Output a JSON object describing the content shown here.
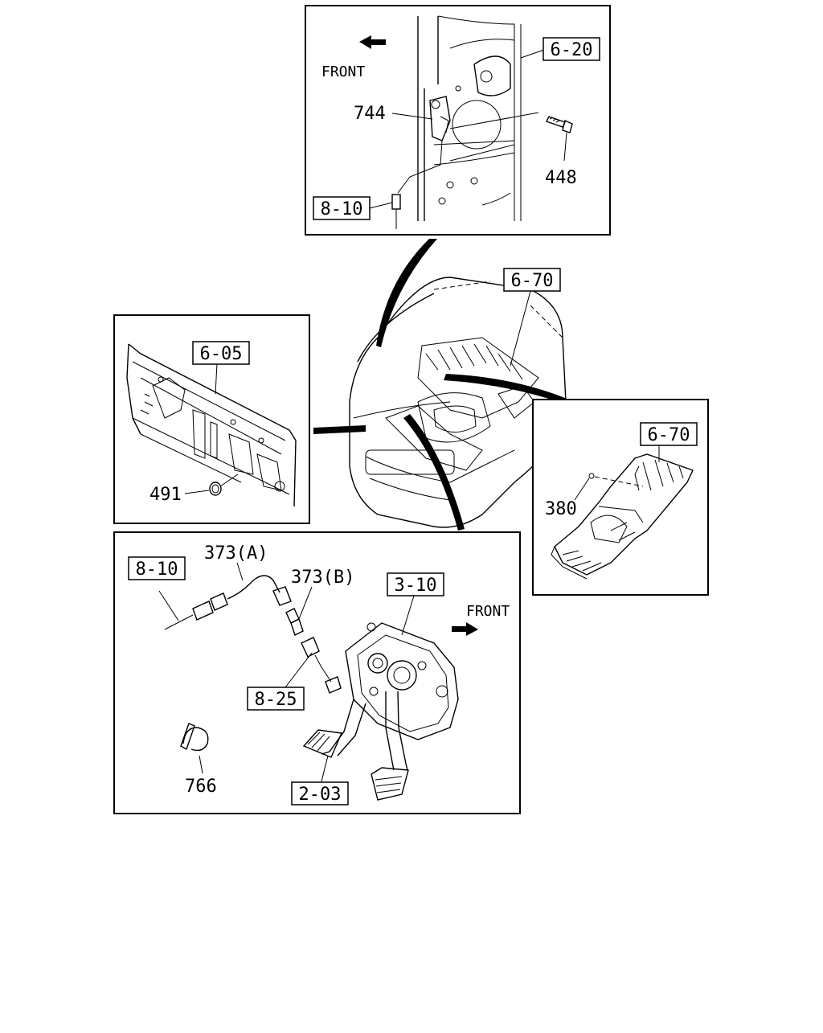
{
  "labels": {
    "l_6_20": "6-20",
    "l_front_top": "FRONT",
    "l_744": "744",
    "l_448": "448",
    "l_8_10_top": "8-10",
    "l_6_70_main": "6-70",
    "l_6_05": "6-05",
    "l_491": "491",
    "l_6_70_right": "6-70",
    "l_380": "380",
    "l_373a": "373(A)",
    "l_373b": "373(B)",
    "l_8_10_bottom": "8-10",
    "l_3_10": "3-10",
    "l_front_bottom": "FRONT",
    "l_8_25": "8-25",
    "l_766": "766",
    "l_2_03": "2-03"
  }
}
